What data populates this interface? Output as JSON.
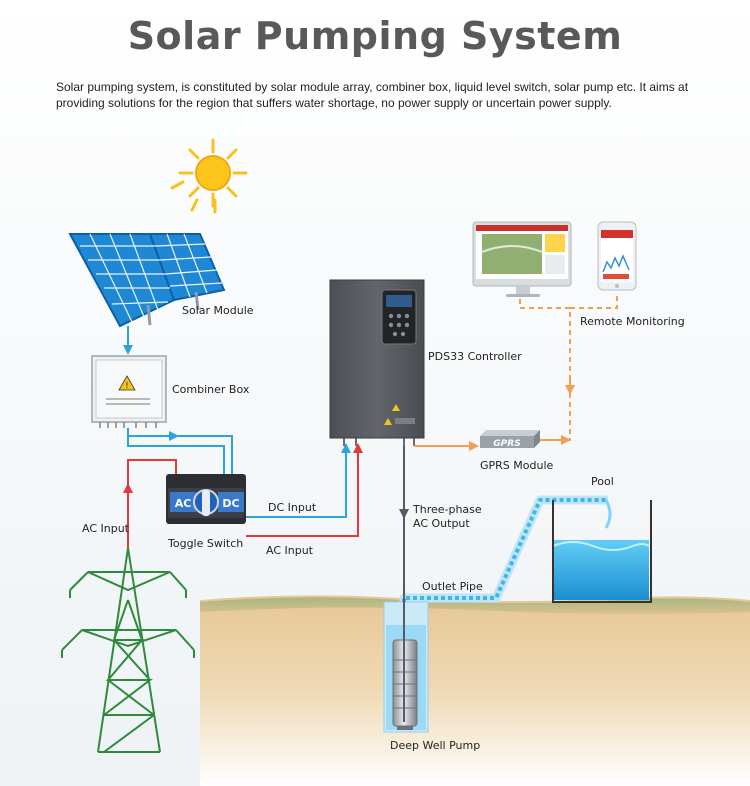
{
  "title": "Solar Pumping System",
  "description": "Solar pumping system, is constituted by solar module array, combiner box, liquid level switch, solar pump etc. It aims at providing solutions for the region that suffers water shortage, no power supply or uncertain power supply.",
  "labels": {
    "solar_module": "Solar Module",
    "combiner_box": "Combiner Box",
    "toggle_switch": "Toggle Switch",
    "ac_input_left": "AC Input",
    "dc_input": "DC Input",
    "ac_input_right": "AC Input",
    "controller": "PDS33 Controller",
    "remote_monitoring": "Remote Monitoring",
    "gprs_module": "GPRS Module",
    "three_phase_line1": "Three-phase",
    "three_phase_line2": "AC Output",
    "outlet_pipe": "Outlet Pipe",
    "pool": "Pool",
    "deep_well_pump": "Deep Well Pump"
  },
  "device_text": {
    "switch_ac": "AC",
    "switch_dc": "DC",
    "gprs_badge": "GPRS"
  },
  "colors": {
    "dc_line": "#2aa3e0",
    "ac_line": "#e03a3a",
    "signal_line": "#f0a050",
    "panel_blue": "#1e88d4",
    "controller_grey": "#5d6066",
    "water": "#3fb6ea",
    "ground": "#d9b483"
  },
  "icons": [
    "sun-icon",
    "solar-panel-icon",
    "combiner-box-icon",
    "toggle-switch-icon",
    "controller-icon",
    "monitor-icon",
    "smartphone-icon",
    "gprs-module-icon",
    "pylon-icon",
    "pump-icon",
    "pool-icon"
  ]
}
